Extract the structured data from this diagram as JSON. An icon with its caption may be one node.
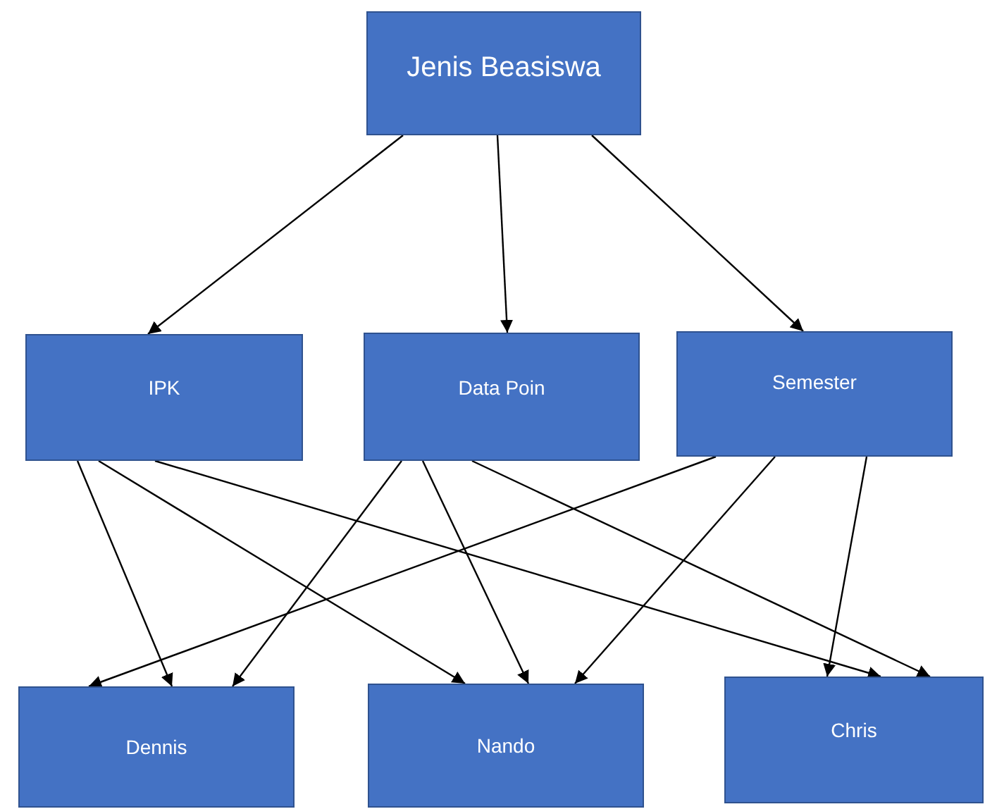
{
  "diagram": {
    "nodes": [
      {
        "text": [
          "Jenis Beasiswa"
        ]
      },
      {
        "text": [
          "IPK"
        ]
      },
      {
        "text": [
          "Data Poin"
        ]
      },
      {
        "text": [
          "Semester"
        ]
      },
      {
        "text": [
          "Dennis"
        ]
      },
      {
        "text": [
          "Nando"
        ]
      },
      {
        "text": [
          "Chris"
        ]
      }
    ],
    "edges": [
      {
        "from": 0,
        "to": 1,
        "arrow": "to"
      },
      {
        "from": 0,
        "to": 2,
        "arrow": "to"
      },
      {
        "from": 0,
        "to": 3,
        "arrow": "to"
      },
      {
        "from": 1,
        "to": 4,
        "arrow": "to"
      },
      {
        "from": 1,
        "to": 5,
        "arrow": "to"
      },
      {
        "from": 1,
        "to": 6,
        "arrow": "to"
      },
      {
        "from": 2,
        "to": 4,
        "arrow": "to"
      },
      {
        "from": 2,
        "to": 5,
        "arrow": "to"
      },
      {
        "from": 2,
        "to": 6,
        "arrow": "to"
      },
      {
        "from": 3,
        "to": 4,
        "arrow": "to"
      },
      {
        "from": 3,
        "to": 5,
        "arrow": "to"
      },
      {
        "from": 3,
        "to": 6,
        "arrow": "to"
      }
    ]
  }
}
